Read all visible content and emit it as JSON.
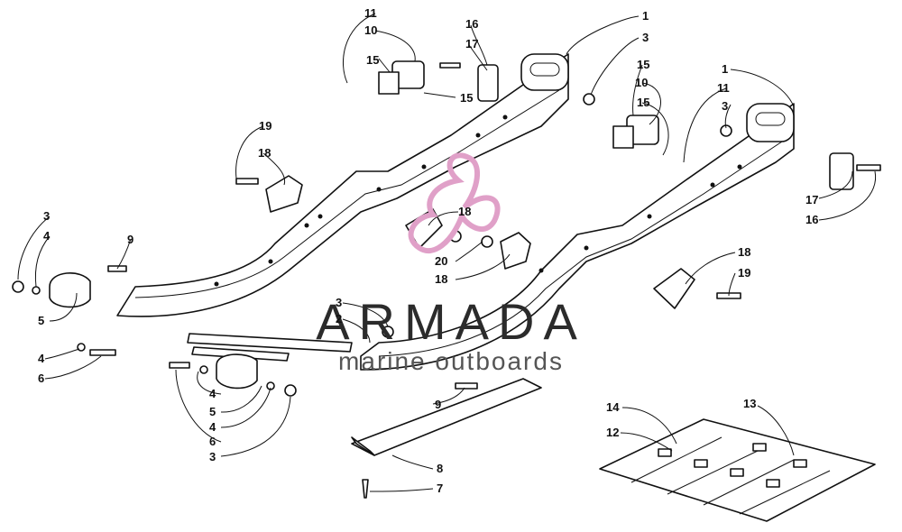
{
  "watermark": {
    "brand": "ARMADA",
    "tagline": "marine outboards",
    "logo_color": "#e0a0c8",
    "text_color": "#2b2b2b"
  },
  "callouts": {
    "c1a": "1",
    "c1b": "1",
    "c2": "2",
    "c3a": "3",
    "c3b": "3",
    "c3c": "3",
    "c3d": "3",
    "c3e": "3",
    "c4a": "4",
    "c4b": "4",
    "c4c": "4",
    "c4d": "4",
    "c5a": "5",
    "c5b": "5",
    "c6a": "6",
    "c6b": "6",
    "c7": "7",
    "c8": "8",
    "c9a": "9",
    "c9b": "9",
    "c10a": "10",
    "c10b": "10",
    "c11a": "11",
    "c11b": "11",
    "c12": "12",
    "c13": "13",
    "c14": "14",
    "c15a": "15",
    "c15b": "15",
    "c15c": "15",
    "c15d": "15",
    "c16a": "16",
    "c16b": "16",
    "c17a": "17",
    "c17b": "17",
    "c18a": "18",
    "c18b": "18",
    "c18c": "18",
    "c18d": "18",
    "c19a": "19",
    "c19b": "19",
    "c20": "20"
  }
}
